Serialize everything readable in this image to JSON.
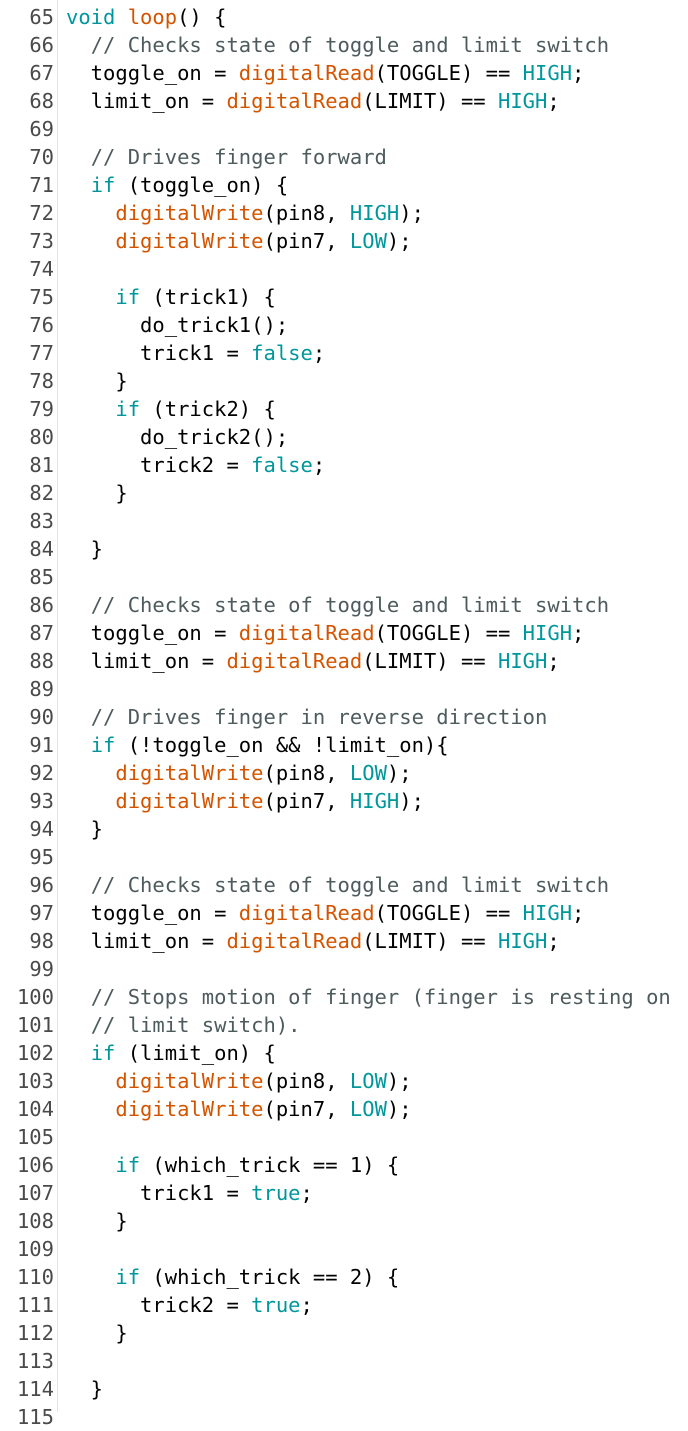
{
  "editor": {
    "colors": {
      "keyword": "#00979c",
      "function": "#d35400",
      "constant": "#00979c",
      "comment": "#4d5b5d",
      "plain": "#000000",
      "line_number": "#4a4a4a",
      "background": "#ffffff"
    },
    "lines": [
      {
        "n": "65",
        "t": [
          [
            "k",
            "void"
          ],
          [
            "p",
            " "
          ],
          [
            "f",
            "loop"
          ],
          [
            "p",
            "() {"
          ]
        ]
      },
      {
        "n": "66",
        "t": [
          [
            "p",
            "  "
          ],
          [
            "c",
            "// Checks state of toggle and limit switch"
          ]
        ]
      },
      {
        "n": "67",
        "t": [
          [
            "p",
            "  toggle_on = "
          ],
          [
            "f",
            "digitalRead"
          ],
          [
            "p",
            "(TOGGLE) == "
          ],
          [
            "v",
            "HIGH"
          ],
          [
            "p",
            ";"
          ]
        ]
      },
      {
        "n": "68",
        "t": [
          [
            "p",
            "  limit_on = "
          ],
          [
            "f",
            "digitalRead"
          ],
          [
            "p",
            "(LIMIT) == "
          ],
          [
            "v",
            "HIGH"
          ],
          [
            "p",
            ";"
          ]
        ]
      },
      {
        "n": "69",
        "t": []
      },
      {
        "n": "70",
        "t": [
          [
            "p",
            "  "
          ],
          [
            "c",
            "// Drives finger forward"
          ]
        ]
      },
      {
        "n": "71",
        "t": [
          [
            "p",
            "  "
          ],
          [
            "k",
            "if"
          ],
          [
            "p",
            " (toggle_on) {"
          ]
        ]
      },
      {
        "n": "72",
        "t": [
          [
            "p",
            "    "
          ],
          [
            "f",
            "digitalWrite"
          ],
          [
            "p",
            "(pin8, "
          ],
          [
            "v",
            "HIGH"
          ],
          [
            "p",
            ");"
          ]
        ]
      },
      {
        "n": "73",
        "t": [
          [
            "p",
            "    "
          ],
          [
            "f",
            "digitalWrite"
          ],
          [
            "p",
            "(pin7, "
          ],
          [
            "v",
            "LOW"
          ],
          [
            "p",
            ");"
          ]
        ]
      },
      {
        "n": "74",
        "t": []
      },
      {
        "n": "75",
        "t": [
          [
            "p",
            "    "
          ],
          [
            "k",
            "if"
          ],
          [
            "p",
            " (trick1) {"
          ]
        ]
      },
      {
        "n": "76",
        "t": [
          [
            "p",
            "      do_trick1();"
          ]
        ]
      },
      {
        "n": "77",
        "t": [
          [
            "p",
            "      trick1 = "
          ],
          [
            "v",
            "false"
          ],
          [
            "p",
            ";"
          ]
        ]
      },
      {
        "n": "78",
        "t": [
          [
            "p",
            "    }"
          ]
        ]
      },
      {
        "n": "79",
        "t": [
          [
            "p",
            "    "
          ],
          [
            "k",
            "if"
          ],
          [
            "p",
            " (trick2) {"
          ]
        ]
      },
      {
        "n": "80",
        "t": [
          [
            "p",
            "      do_trick2();"
          ]
        ]
      },
      {
        "n": "81",
        "t": [
          [
            "p",
            "      trick2 = "
          ],
          [
            "v",
            "false"
          ],
          [
            "p",
            ";"
          ]
        ]
      },
      {
        "n": "82",
        "t": [
          [
            "p",
            "    }"
          ]
        ]
      },
      {
        "n": "83",
        "t": []
      },
      {
        "n": "84",
        "t": [
          [
            "p",
            "  }"
          ]
        ]
      },
      {
        "n": "85",
        "t": []
      },
      {
        "n": "86",
        "t": [
          [
            "p",
            "  "
          ],
          [
            "c",
            "// Checks state of toggle and limit switch"
          ]
        ]
      },
      {
        "n": "87",
        "t": [
          [
            "p",
            "  toggle_on = "
          ],
          [
            "f",
            "digitalRead"
          ],
          [
            "p",
            "(TOGGLE) == "
          ],
          [
            "v",
            "HIGH"
          ],
          [
            "p",
            ";"
          ]
        ]
      },
      {
        "n": "88",
        "t": [
          [
            "p",
            "  limit_on = "
          ],
          [
            "f",
            "digitalRead"
          ],
          [
            "p",
            "(LIMIT) == "
          ],
          [
            "v",
            "HIGH"
          ],
          [
            "p",
            ";"
          ]
        ]
      },
      {
        "n": "89",
        "t": []
      },
      {
        "n": "90",
        "t": [
          [
            "p",
            "  "
          ],
          [
            "c",
            "// Drives finger in reverse direction"
          ]
        ]
      },
      {
        "n": "91",
        "t": [
          [
            "p",
            "  "
          ],
          [
            "k",
            "if"
          ],
          [
            "p",
            " (!toggle_on && !limit_on){"
          ]
        ]
      },
      {
        "n": "92",
        "t": [
          [
            "p",
            "    "
          ],
          [
            "f",
            "digitalWrite"
          ],
          [
            "p",
            "(pin8, "
          ],
          [
            "v",
            "LOW"
          ],
          [
            "p",
            ");"
          ]
        ]
      },
      {
        "n": "93",
        "t": [
          [
            "p",
            "    "
          ],
          [
            "f",
            "digitalWrite"
          ],
          [
            "p",
            "(pin7, "
          ],
          [
            "v",
            "HIGH"
          ],
          [
            "p",
            ");"
          ]
        ]
      },
      {
        "n": "94",
        "t": [
          [
            "p",
            "  }"
          ]
        ]
      },
      {
        "n": "95",
        "t": []
      },
      {
        "n": "96",
        "t": [
          [
            "p",
            "  "
          ],
          [
            "c",
            "// Checks state of toggle and limit switch"
          ]
        ]
      },
      {
        "n": "97",
        "t": [
          [
            "p",
            "  toggle_on = "
          ],
          [
            "f",
            "digitalRead"
          ],
          [
            "p",
            "(TOGGLE) == "
          ],
          [
            "v",
            "HIGH"
          ],
          [
            "p",
            ";"
          ]
        ]
      },
      {
        "n": "98",
        "t": [
          [
            "p",
            "  limit_on = "
          ],
          [
            "f",
            "digitalRead"
          ],
          [
            "p",
            "(LIMIT) == "
          ],
          [
            "v",
            "HIGH"
          ],
          [
            "p",
            ";"
          ]
        ]
      },
      {
        "n": "99",
        "t": []
      },
      {
        "n": "100",
        "t": [
          [
            "p",
            "  "
          ],
          [
            "c",
            "// Stops motion of finger (finger is resting on"
          ]
        ]
      },
      {
        "n": "101",
        "t": [
          [
            "p",
            "  "
          ],
          [
            "c",
            "// limit switch)."
          ]
        ]
      },
      {
        "n": "102",
        "t": [
          [
            "p",
            "  "
          ],
          [
            "k",
            "if"
          ],
          [
            "p",
            " (limit_on) {"
          ]
        ]
      },
      {
        "n": "103",
        "t": [
          [
            "p",
            "    "
          ],
          [
            "f",
            "digitalWrite"
          ],
          [
            "p",
            "(pin8, "
          ],
          [
            "v",
            "LOW"
          ],
          [
            "p",
            ");"
          ]
        ]
      },
      {
        "n": "104",
        "t": [
          [
            "p",
            "    "
          ],
          [
            "f",
            "digitalWrite"
          ],
          [
            "p",
            "(pin7, "
          ],
          [
            "v",
            "LOW"
          ],
          [
            "p",
            ");"
          ]
        ]
      },
      {
        "n": "105",
        "t": []
      },
      {
        "n": "106",
        "t": [
          [
            "p",
            "    "
          ],
          [
            "k",
            "if"
          ],
          [
            "p",
            " (which_trick == 1) {"
          ]
        ]
      },
      {
        "n": "107",
        "t": [
          [
            "p",
            "      trick1 = "
          ],
          [
            "v",
            "true"
          ],
          [
            "p",
            ";"
          ]
        ]
      },
      {
        "n": "108",
        "t": [
          [
            "p",
            "    }"
          ]
        ]
      },
      {
        "n": "109",
        "t": []
      },
      {
        "n": "110",
        "t": [
          [
            "p",
            "    "
          ],
          [
            "k",
            "if"
          ],
          [
            "p",
            " (which_trick == 2) {"
          ]
        ]
      },
      {
        "n": "111",
        "t": [
          [
            "p",
            "      trick2 = "
          ],
          [
            "v",
            "true"
          ],
          [
            "p",
            ";"
          ]
        ]
      },
      {
        "n": "112",
        "t": [
          [
            "p",
            "    }"
          ]
        ]
      },
      {
        "n": "113",
        "t": []
      },
      {
        "n": "114",
        "t": [
          [
            "p",
            "  }"
          ]
        ]
      },
      {
        "n": "115",
        "t": []
      }
    ]
  }
}
